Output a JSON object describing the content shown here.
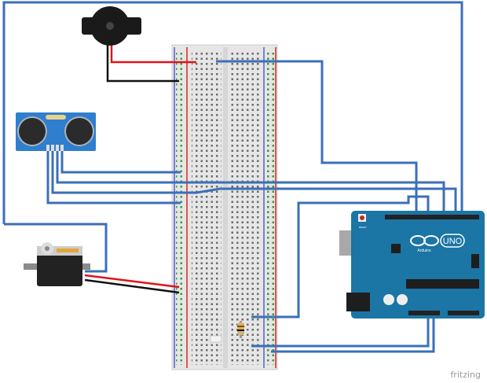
{
  "arduino": {
    "brand": "Arduino",
    "model": "UNO",
    "reset_label": "RESET"
  },
  "watermark": "fritzing",
  "colors": {
    "wire": "#3b6fb8",
    "board": "#1b75a5",
    "sensor": "#2f7fce",
    "power_wire": "#e0141a",
    "ground_wire": "#111111"
  }
}
